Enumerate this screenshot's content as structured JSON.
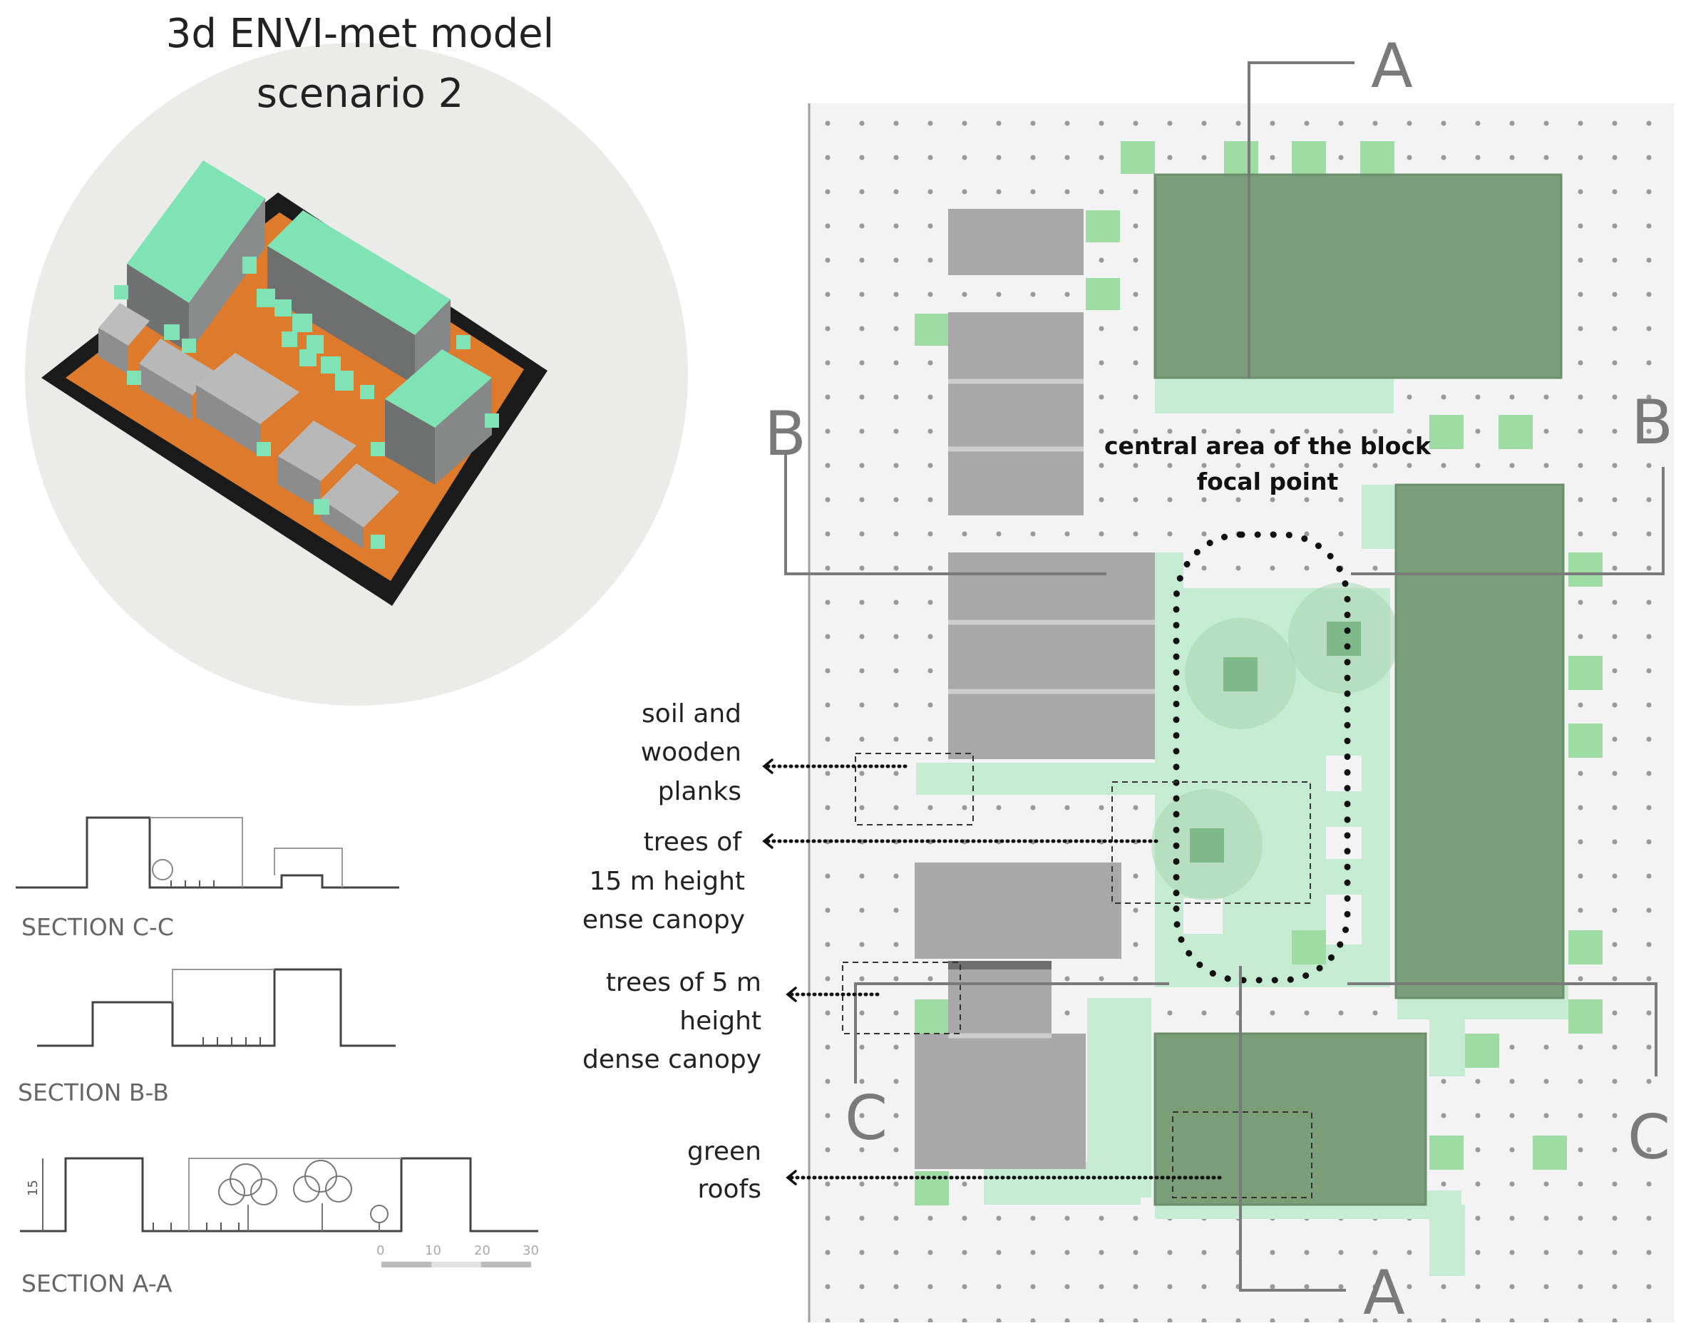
{
  "title": {
    "line1": "3d ENVI-met model",
    "line2": "scenario 2"
  },
  "sections": {
    "cc": "SECTION C-C",
    "bb": "SECTION B-B",
    "aa": "SECTION A-A",
    "aa_height": "15"
  },
  "scale": [
    "0",
    "10",
    "20",
    "30"
  ],
  "plan": {
    "focal": {
      "line1": "central area of the block",
      "line2": "focal point"
    },
    "cut_labels": {
      "a": "A",
      "b": "B",
      "c": "C"
    }
  },
  "legend": {
    "soil": [
      "soil and",
      "wooden",
      "planks"
    ],
    "trees15": [
      "trees of",
      "15 m height",
      "ense canopy"
    ],
    "trees5": [
      "trees of 5 m",
      "height",
      "dense canopy"
    ],
    "roofs": [
      "green",
      "roofs"
    ]
  },
  "colors": {
    "green_roof": "#7a9e78",
    "grass": "#c5ecd2",
    "tree": "#a0dca4",
    "building": "#a8a8a8",
    "model_green": "#7fe3b6",
    "model_ground": "#dd7a2c"
  }
}
